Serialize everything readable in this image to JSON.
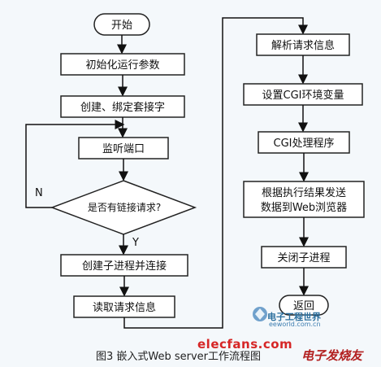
{
  "flowchart": {
    "left": {
      "start": "开始",
      "init": "初始化运行参数",
      "socket": "创建、绑定套接字",
      "listen": "监听端口",
      "decision": "是否有链接请求?",
      "no_label": "N",
      "yes_label": "Y",
      "fork": "创建子进程并连接",
      "read": "读取请求信息"
    },
    "right": {
      "parse": "解析请求信息",
      "cgi_env": "设置CGI环境变量",
      "cgi_proc": "CGI处理程序",
      "send_line1": "根据执行结果发送",
      "send_line2": "数据到Web浏览器",
      "close": "关闭子进程",
      "return": "返回"
    }
  },
  "watermark": {
    "logo_text": "电子工程世界",
    "logo_sub": "eeworld.com.cn"
  },
  "caption": "图3 嵌入式Web server工作流程图",
  "site": {
    "domain": "elecfans.com",
    "name_cn": "电子发烧友"
  }
}
